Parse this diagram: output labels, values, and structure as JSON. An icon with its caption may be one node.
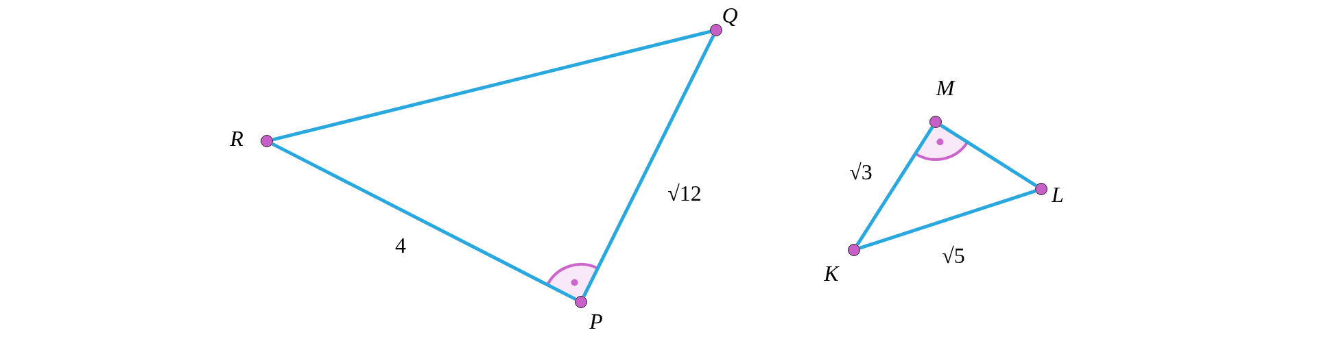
{
  "diagram": {
    "nodes": [
      {
        "text": [],
        "shape": "circle",
        "beside": [
          "Q"
        ]
      },
      {
        "text": [],
        "shape": "circle",
        "beside": [
          "R"
        ]
      },
      {
        "text": [],
        "shape": "circle",
        "beside": [
          "P"
        ]
      },
      {
        "text": [],
        "shape": "circle",
        "beside": [
          "M"
        ]
      },
      {
        "text": [],
        "shape": "circle",
        "beside": [
          "L"
        ]
      },
      {
        "text": [],
        "shape": "circle",
        "beside": [
          "K"
        ]
      }
    ],
    "edges": [
      {
        "from": 1,
        "to": 0,
        "arrow": "none"
      },
      {
        "from": 0,
        "to": 2,
        "arrow": "none",
        "label": "√12"
      },
      {
        "from": 2,
        "to": 1,
        "arrow": "none",
        "label": "4"
      },
      {
        "from": 3,
        "to": 5,
        "arrow": "none",
        "label": "√3"
      },
      {
        "from": 3,
        "to": 4,
        "arrow": "none"
      },
      {
        "from": 5,
        "to": 4,
        "arrow": "none",
        "label": "√5"
      }
    ]
  }
}
